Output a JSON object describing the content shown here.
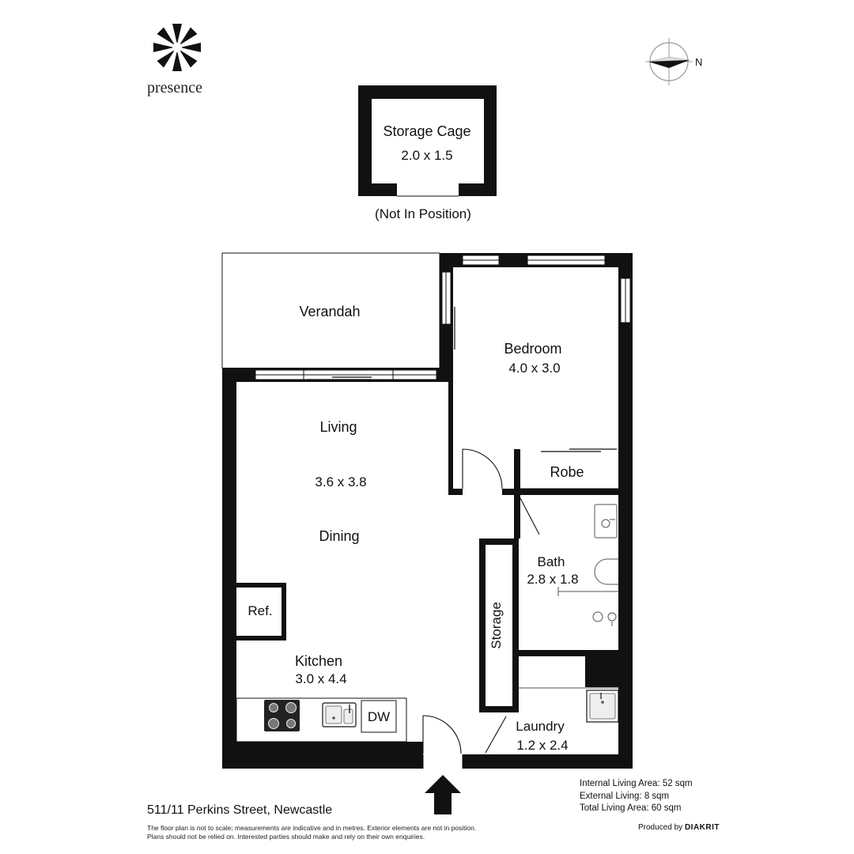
{
  "brand": {
    "logo_name": "presence-logo",
    "logo_text": "presence"
  },
  "compass": {
    "label": "N",
    "icon": "compass-north-icon"
  },
  "storage_cage": {
    "title": "Storage Cage",
    "size": "2.0 x 1.5",
    "note": "(Not In Position)"
  },
  "rooms": {
    "verandah": {
      "name": "Verandah"
    },
    "bedroom": {
      "name": "Bedroom",
      "size": "4.0 x 3.0"
    },
    "robe": {
      "name": "Robe"
    },
    "living": {
      "name": "Living",
      "size": "3.6 x 3.8"
    },
    "dining": {
      "name": "Dining"
    },
    "bath": {
      "name": "Bath",
      "size": "2.8 x 1.8"
    },
    "storage": {
      "name": "Storage"
    },
    "kitchen": {
      "name": "Kitchen",
      "size": "3.0 x 4.4"
    },
    "laundry": {
      "name": "Laundry",
      "size": "1.2 x 2.4"
    }
  },
  "fixtures": {
    "refrigerator": "Ref.",
    "dishwasher": "DW"
  },
  "entry": {
    "icon": "entry-arrow-icon"
  },
  "address": "511/11 Perkins Street, Newcastle",
  "disclaimer": {
    "line1": "The floor plan is not to scale; measurements are indicative and in metres. Exterior elements are not in position.",
    "line2": "Plans should not be relied on. Interested parties should make and rely on their own enquiries."
  },
  "areas": {
    "internal": "Internal Living Area: 52 sqm",
    "external": "External Living: 8 sqm",
    "total": "Total Living Area: 60 sqm"
  },
  "credit": {
    "prefix": "Produced by",
    "brand": "DIAKRIT"
  },
  "colors": {
    "wall": "#111111",
    "background": "#ffffff",
    "fixture_gray": "#777777"
  }
}
